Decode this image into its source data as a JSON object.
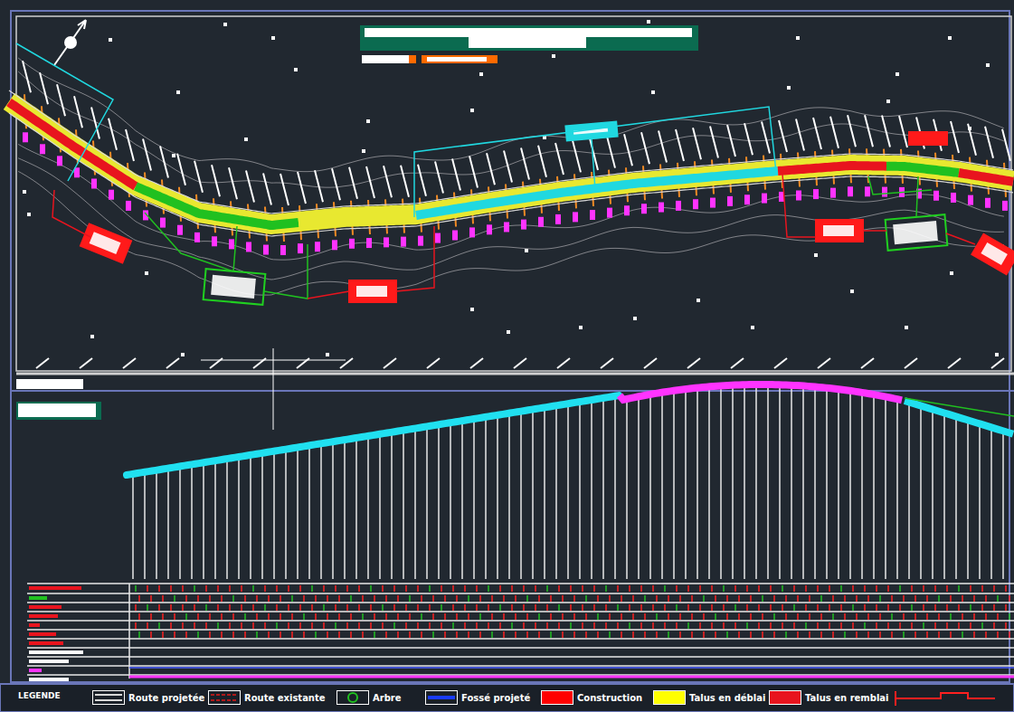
{
  "diagram": {
    "labels": [
      "LEGENDE"
    ],
    "legend": [
      {
        "text": "Route projetée"
      },
      {
        "text": "Route existante"
      },
      {
        "text": "Arbre"
      },
      {
        "text": "Fossé projeté"
      },
      {
        "text": "Construction",
        "color": "#ff0000"
      },
      {
        "text": "Talus en déblai",
        "color": "#ffff00"
      },
      {
        "text": "Talus en remblai",
        "color": "#e8141e"
      }
    ]
  }
}
